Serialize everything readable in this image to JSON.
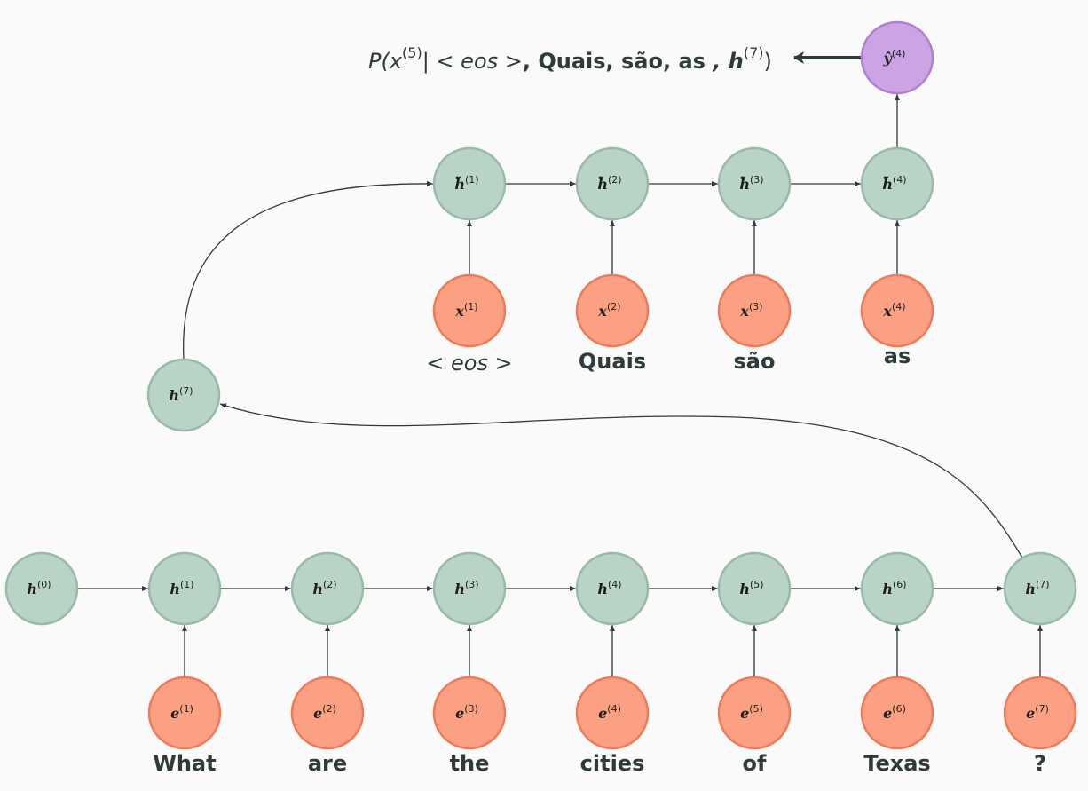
{
  "colors": {
    "hidden_fill": "#b9d3c6",
    "hidden_stroke": "#98bba9",
    "input_fill": "#fca083",
    "input_stroke": "#f07a58",
    "output_fill": "#cda4e3",
    "output_stroke": "#b27fd0",
    "arrow": "#2f3b3a",
    "background": "#fafafa"
  },
  "encoder": {
    "hidden": [
      {
        "base": "h",
        "sup": "(0)"
      },
      {
        "base": "h",
        "sup": "(1)"
      },
      {
        "base": "h",
        "sup": "(2)"
      },
      {
        "base": "h",
        "sup": "(3)"
      },
      {
        "base": "h",
        "sup": "(4)"
      },
      {
        "base": "h",
        "sup": "(5)"
      },
      {
        "base": "h",
        "sup": "(6)"
      },
      {
        "base": "h",
        "sup": "(7)"
      }
    ],
    "inputs": [
      {
        "base": "e",
        "sup": "(1)"
      },
      {
        "base": "e",
        "sup": "(2)"
      },
      {
        "base": "e",
        "sup": "(3)"
      },
      {
        "base": "e",
        "sup": "(4)"
      },
      {
        "base": "e",
        "sup": "(5)"
      },
      {
        "base": "e",
        "sup": "(6)"
      },
      {
        "base": "e",
        "sup": "(7)"
      }
    ],
    "words": [
      "What",
      "are",
      "the",
      "cities",
      "of",
      "Texas",
      "?"
    ]
  },
  "context": {
    "base": "h",
    "sup": "(7)"
  },
  "decoder": {
    "hidden": [
      {
        "base": "h̃",
        "sup": "(1)"
      },
      {
        "base": "h̃",
        "sup": "(2)"
      },
      {
        "base": "h̃",
        "sup": "(3)"
      },
      {
        "base": "h̃",
        "sup": "(4)"
      }
    ],
    "inputs": [
      {
        "base": "x",
        "sup": "(1)"
      },
      {
        "base": "x",
        "sup": "(2)"
      },
      {
        "base": "x",
        "sup": "(3)"
      },
      {
        "base": "x",
        "sup": "(4)"
      }
    ],
    "words": [
      "< eos >",
      "Quais",
      "são",
      "as"
    ],
    "output": {
      "base": "ŷ",
      "sup": "(4)"
    }
  },
  "formula": {
    "p": "P(x",
    "p_sup": "(5)",
    "bar": "| ",
    "eos": "< eos >",
    "words": ", Quais, são, as ",
    "h": ", h",
    "h_sup": "(7)",
    "close": ")"
  }
}
